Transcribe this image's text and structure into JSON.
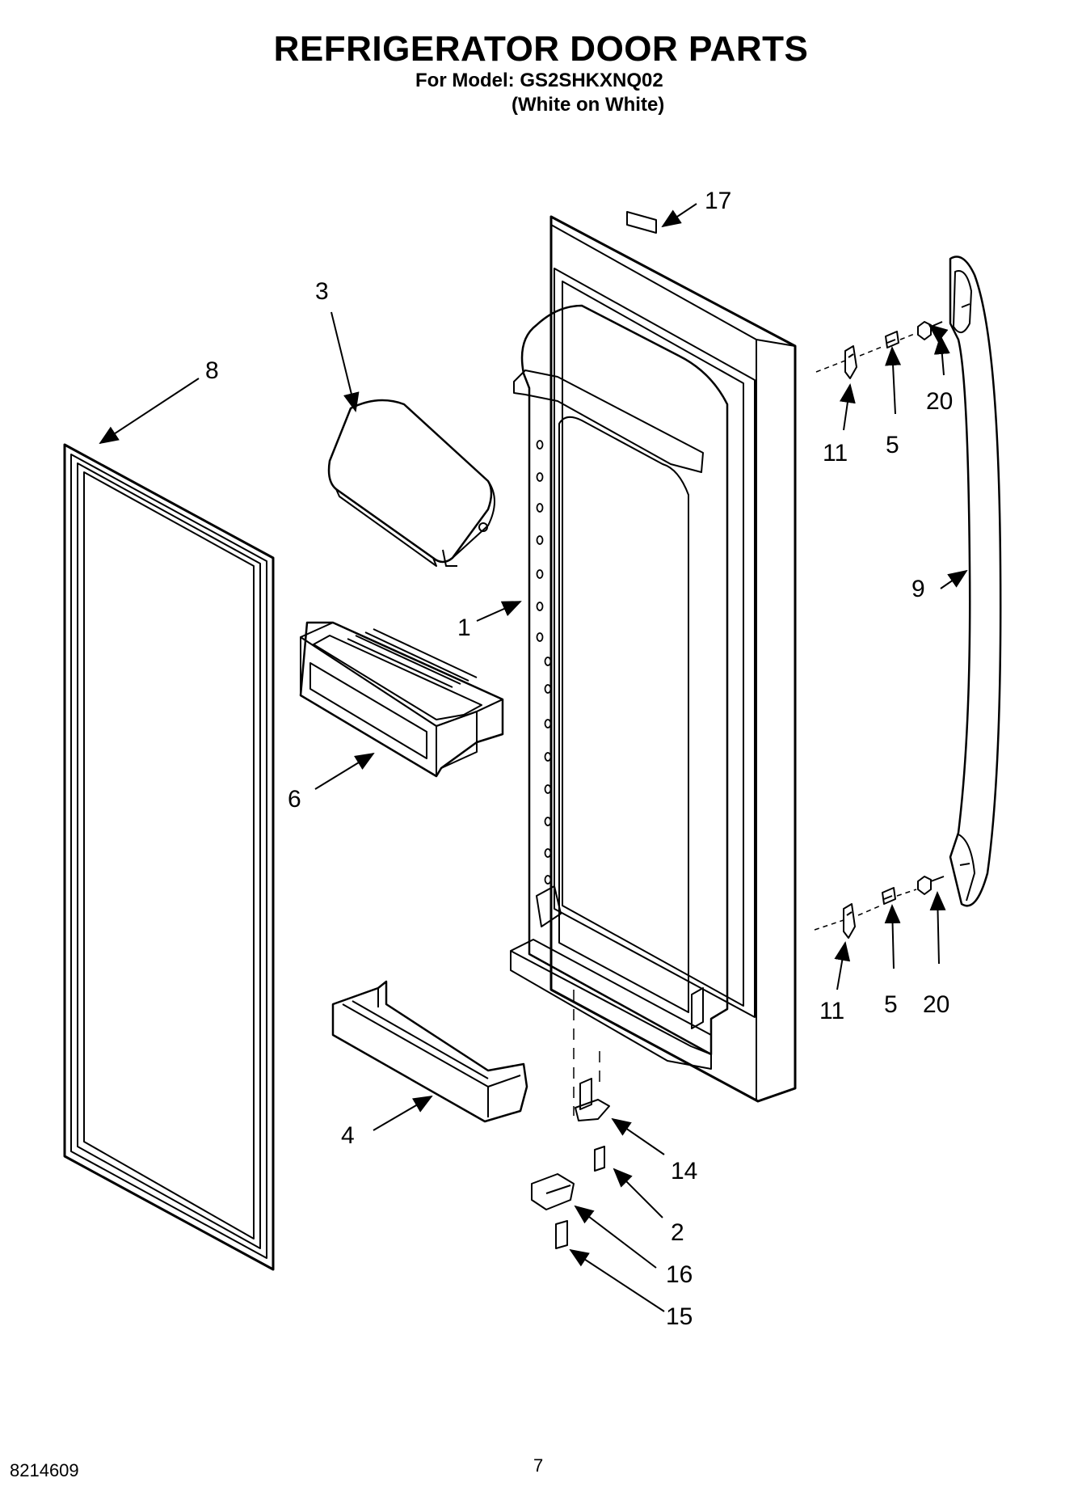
{
  "header": {
    "title": "REFRIGERATOR DOOR PARTS",
    "model_line": "For Model: GS2SHKXNQ02",
    "variant_line": "(White on White)"
  },
  "callouts": [
    {
      "id": "17",
      "label": "17"
    },
    {
      "id": "3",
      "label": "3"
    },
    {
      "id": "8",
      "label": "8"
    },
    {
      "id": "20a",
      "label": "20"
    },
    {
      "id": "11a",
      "label": "11"
    },
    {
      "id": "5a",
      "label": "5"
    },
    {
      "id": "1",
      "label": "1"
    },
    {
      "id": "9",
      "label": "9"
    },
    {
      "id": "6",
      "label": "6"
    },
    {
      "id": "11b",
      "label": "11"
    },
    {
      "id": "5b",
      "label": "5"
    },
    {
      "id": "20b",
      "label": "20"
    },
    {
      "id": "4",
      "label": "4"
    },
    {
      "id": "14",
      "label": "14"
    },
    {
      "id": "2",
      "label": "2"
    },
    {
      "id": "16",
      "label": "16"
    },
    {
      "id": "15",
      "label": "15"
    }
  ],
  "footer": {
    "doc_number": "8214609",
    "page_number": "7"
  }
}
